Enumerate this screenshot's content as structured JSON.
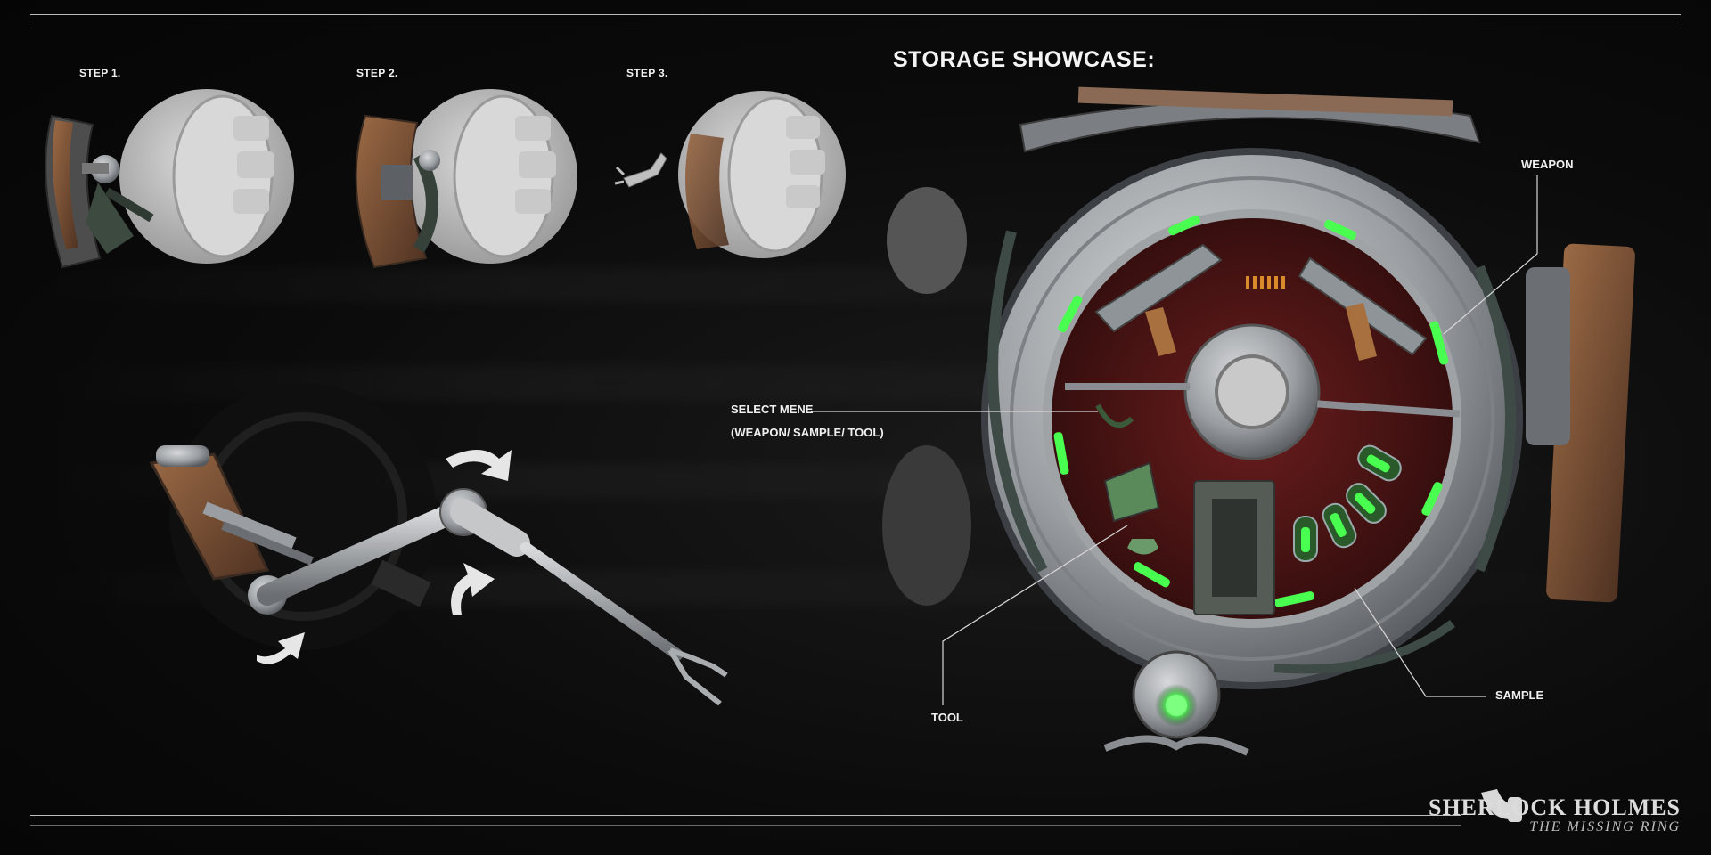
{
  "steps": [
    {
      "label": "STEP 1."
    },
    {
      "label": "STEP 2."
    },
    {
      "label": "STEP 3."
    }
  ],
  "showcase": {
    "title": "STORAGE SHOWCASE:",
    "callouts": {
      "weapon": "WEAPON",
      "select_line1": "SELECT MENE",
      "select_line2": "(WEAPON/ SAMPLE/ TOOL)",
      "tool": "TOOL",
      "sample": "SAMPLE"
    }
  },
  "logo": {
    "line1": "SHERLOCK HOLMES",
    "line2": "THE MISSING RING"
  },
  "colors": {
    "background": "#070707",
    "metal": "#b9bcbf",
    "metal_dark": "#5d6166",
    "rust": "#8a5a3a",
    "glow_green": "#49ff4f",
    "interior": "#4a1414",
    "ghost": "#dcdcdc"
  },
  "icons": [
    "arrow-curved-icon",
    "robot-arm-icon",
    "storage-sphere-icon",
    "pipe-logo-icon"
  ]
}
